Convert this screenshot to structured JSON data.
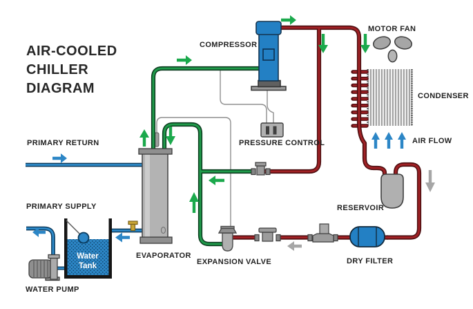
{
  "title": {
    "line1": "AIR-COOLED",
    "line2": "CHILLER",
    "line3": "DIAGRAM"
  },
  "labels": {
    "primary_return": "PRIMARY RETURN",
    "primary_supply": "PRIMARY SUPPLY",
    "water_pump": "WATER PUMP",
    "water_tank_line1": "Water",
    "water_tank_line2": "Tank",
    "evaporator": "EVAPORATOR",
    "expansion_valve": "EXPANSION VALVE",
    "pressure_control": "PRESSURE CONTROL",
    "compressor": "COMPRESSOR",
    "motor_fan": "MOTOR FAN",
    "condenser": "CONDENSER",
    "air_flow": "AIR FLOW",
    "reservoir": "RESERVOIR",
    "dry_filter": "DRY FILTER"
  },
  "colors": {
    "pipe_green": "#1f9a4a",
    "pipe_red": "#a02125",
    "pipe_blue": "#2e8ac9",
    "arrow_green": "#1ba94c",
    "arrow_blue": "#2c86c6",
    "arrow_gray": "#a6a6a6",
    "equipment_blue": "#2380c4",
    "water_blue": "#2c86c6",
    "brass_valve": "#c9a635"
  }
}
